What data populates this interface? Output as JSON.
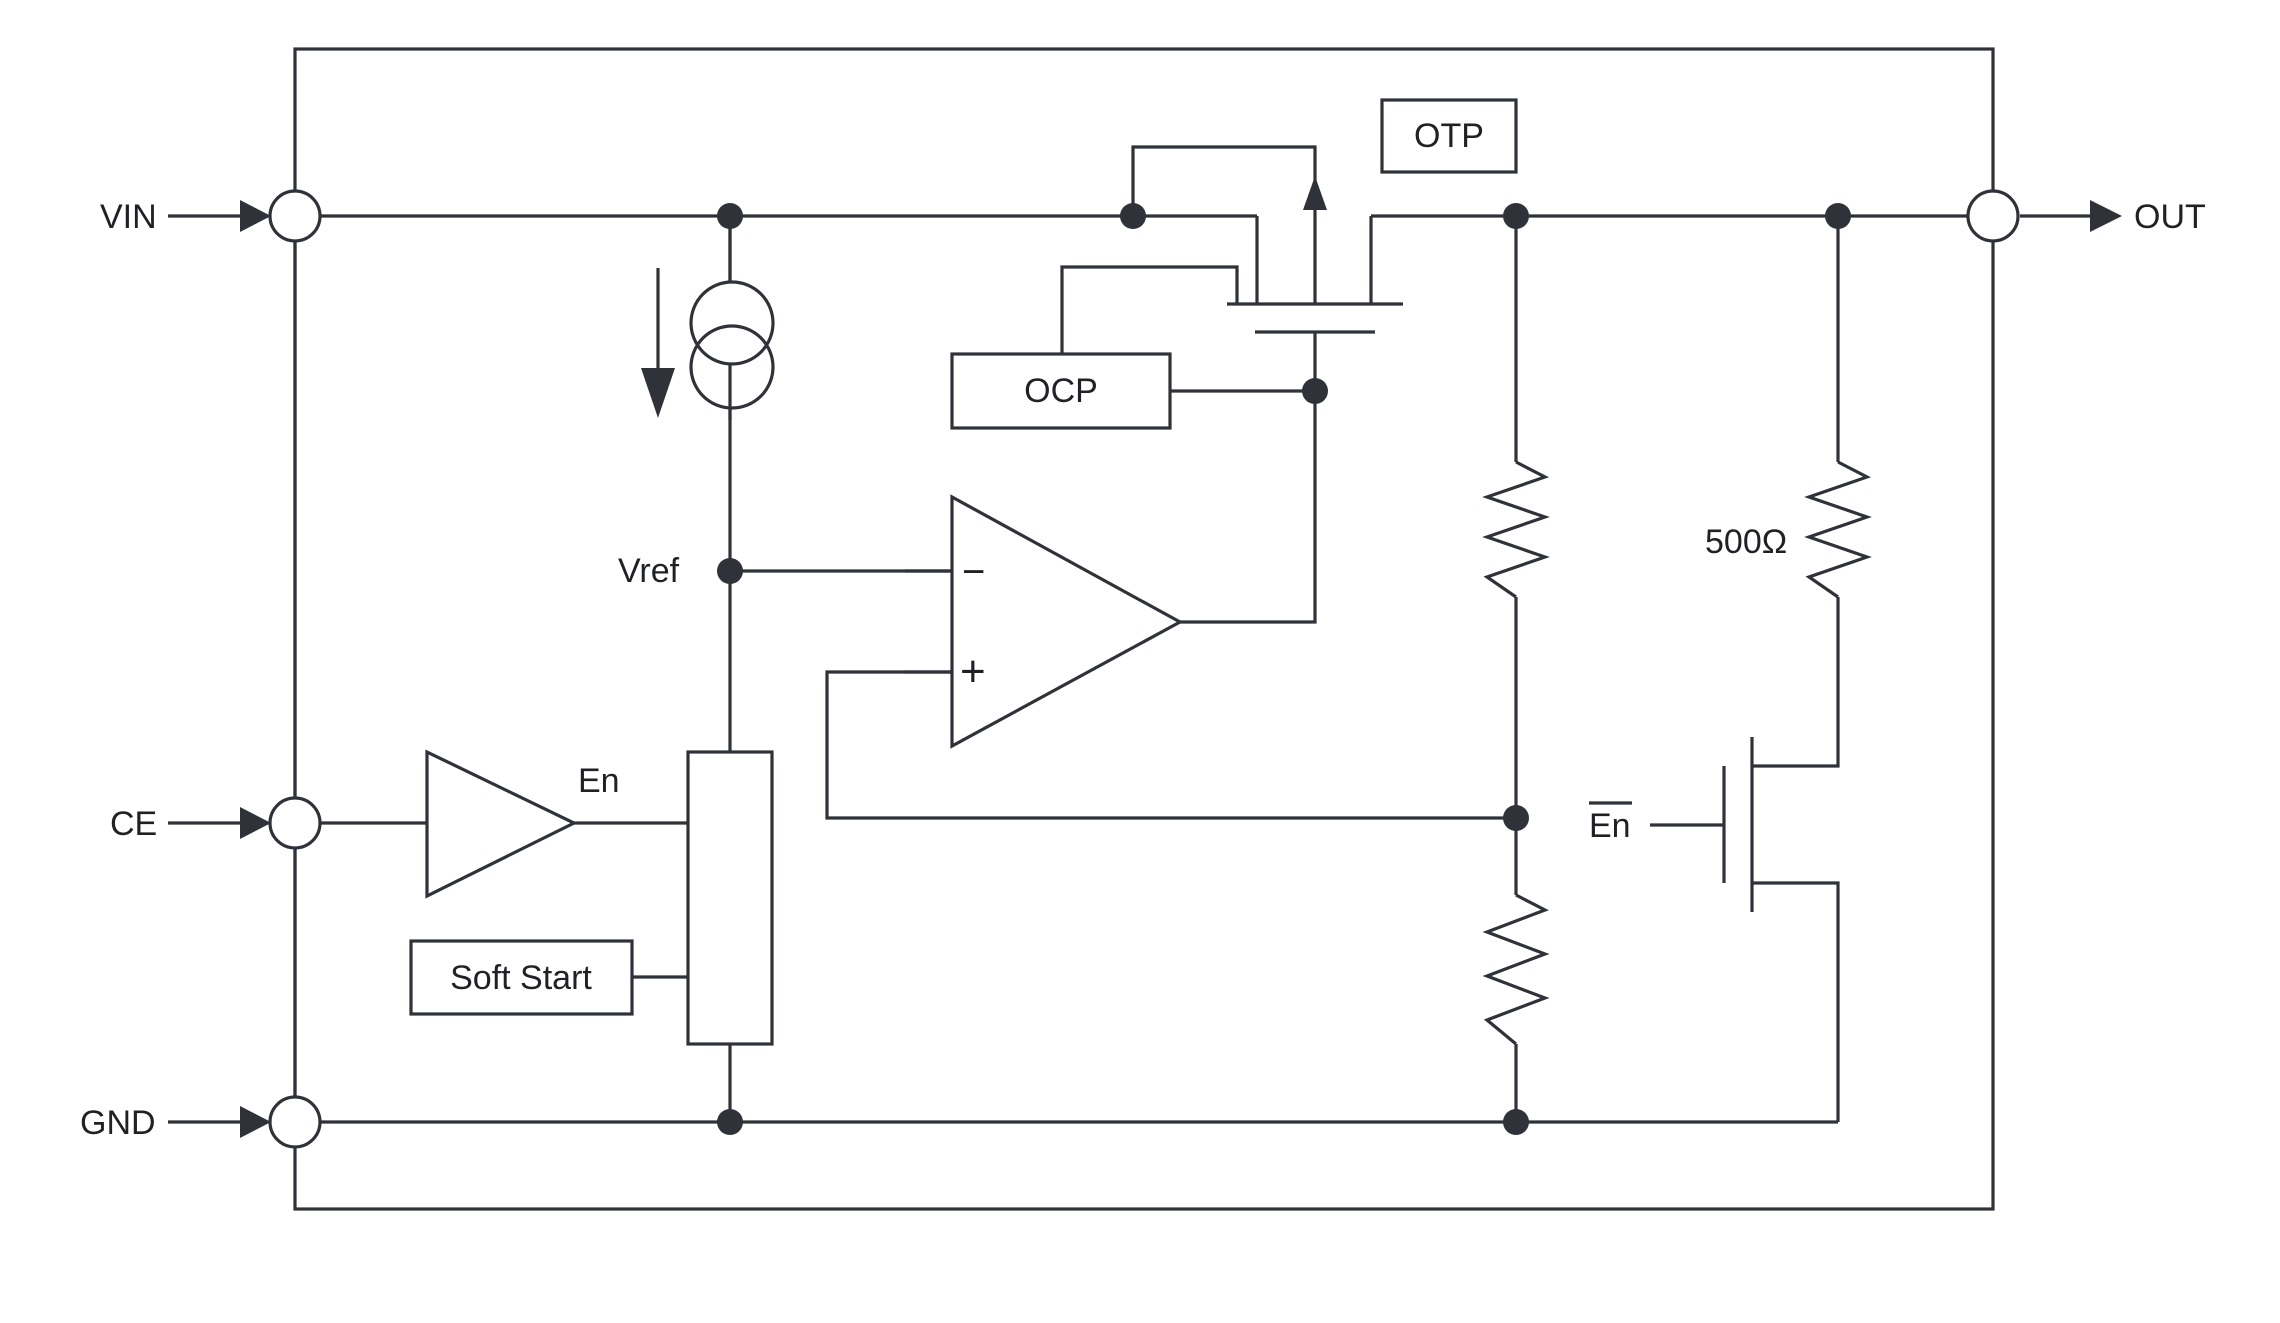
{
  "pins": {
    "vin": "VIN",
    "ce": "CE",
    "gnd": "GND",
    "out": "OUT"
  },
  "blocks": {
    "otp": "OTP",
    "ocp": "OCP",
    "soft_start": "Soft Start"
  },
  "labels": {
    "vref": "Vref",
    "en": "En",
    "en_bar": "En",
    "resistor_value": "500Ω",
    "opamp_minus": "−",
    "opamp_plus": "+"
  },
  "colors": {
    "line": "#2f3238",
    "background": "#ffffff"
  }
}
